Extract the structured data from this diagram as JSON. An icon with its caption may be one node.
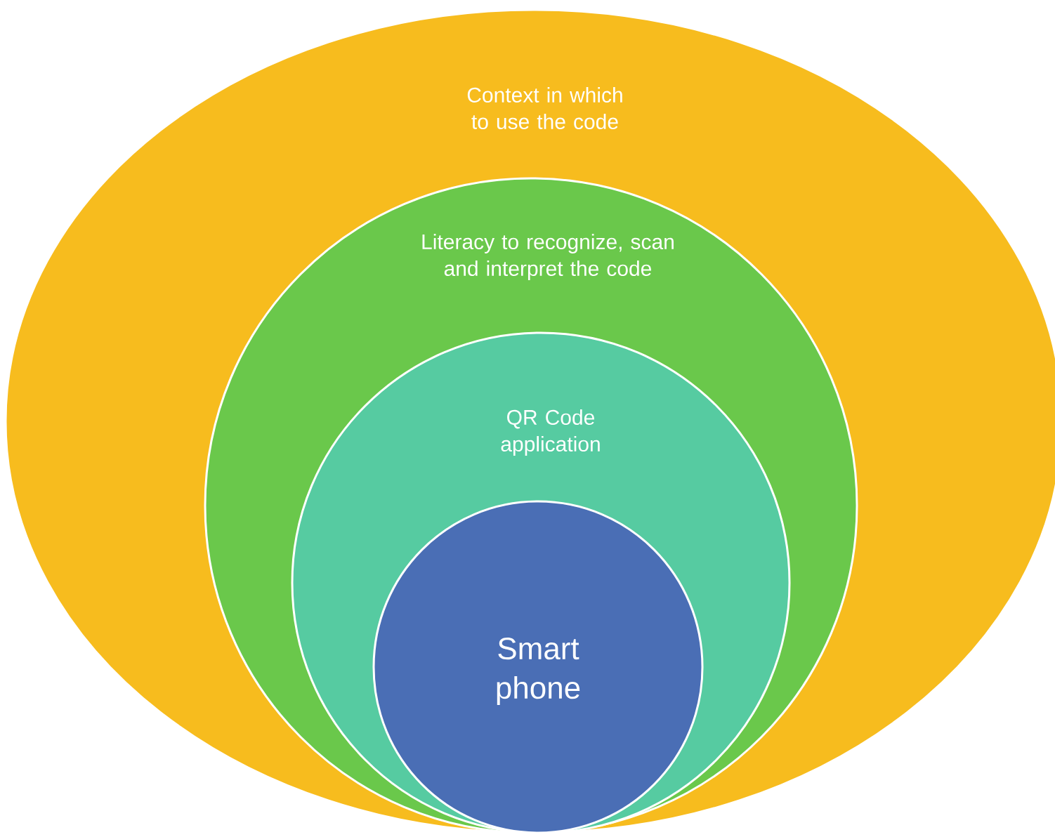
{
  "diagram": {
    "nodes": [
      {
        "text": [
          "Context in which to use the code"
        ]
      },
      {
        "text": [
          "Literacy to recognize, scan and interpret the code"
        ],
        "in": 0
      },
      {
        "text": [
          "QR Code application"
        ],
        "in": 1
      },
      {
        "text": [
          "Smart phone"
        ],
        "in": 2
      }
    ]
  }
}
